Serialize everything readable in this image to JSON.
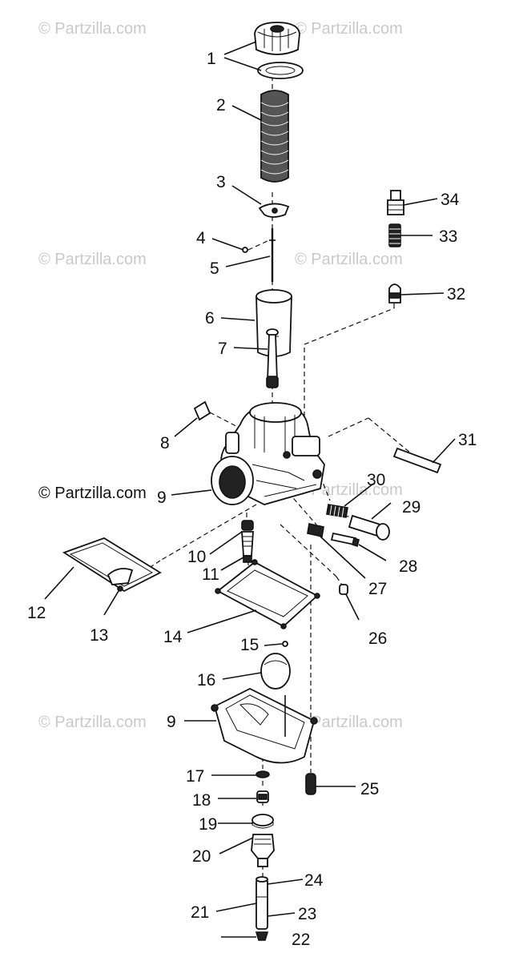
{
  "watermarks": [
    "© Partzilla.com",
    "© Partzilla.com",
    "© Partzilla.com",
    "© Partzilla.com",
    "© Partzilla.com",
    "© Partzilla.com",
    "© Partzilla.com",
    "© Partzilla.com"
  ],
  "labels": [
    "1",
    "2",
    "3",
    "4",
    "5",
    "6",
    "7",
    "8",
    "9",
    "10",
    "11",
    "12",
    "13",
    "14",
    "15",
    "16",
    "9",
    "17",
    "18",
    "19",
    "20",
    "21",
    "22",
    "23",
    "24",
    "25",
    "26",
    "27",
    "28",
    "29",
    "30",
    "31",
    "32",
    "33",
    "34"
  ]
}
